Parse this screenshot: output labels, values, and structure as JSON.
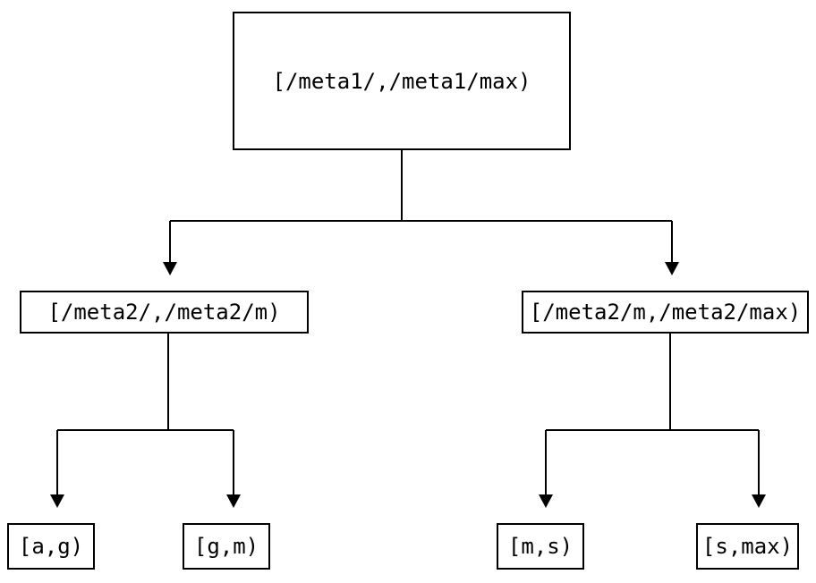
{
  "diagram": {
    "type": "tree",
    "background_color": "#ffffff",
    "line_color": "#000000",
    "node_fill_color": "#ffffff",
    "node_border_color": "#000000",
    "nodes": {
      "root": {
        "label": "[/meta1/,/meta1/max)"
      },
      "left": {
        "label": "[/meta2/,/meta2/m)"
      },
      "right": {
        "label": "[/meta2/m,/meta2/max)"
      },
      "leaf_ag": {
        "label": "[a,g)"
      },
      "leaf_gm": {
        "label": "[g,m)"
      },
      "leaf_ms": {
        "label": "[m,s)"
      },
      "leaf_smax": {
        "label": "[s,max)"
      }
    },
    "edges": [
      {
        "from": "root",
        "to": "left"
      },
      {
        "from": "root",
        "to": "right"
      },
      {
        "from": "left",
        "to": "leaf_ag"
      },
      {
        "from": "left",
        "to": "leaf_gm"
      },
      {
        "from": "right",
        "to": "leaf_ms"
      },
      {
        "from": "right",
        "to": "leaf_smax"
      }
    ]
  }
}
